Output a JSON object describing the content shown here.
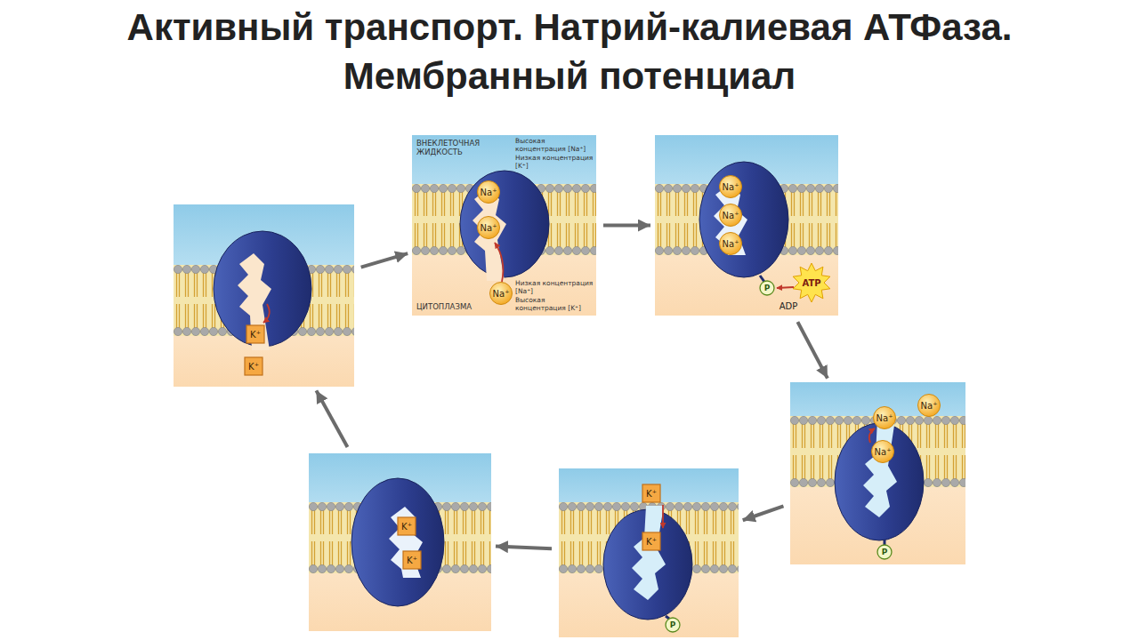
{
  "diagram": {
    "title": "Активный транспорт. Натрий-калиевая АТФаза. Мембранный потенциал",
    "nodes": [
      {
        "text": [
          "ВНЕКЛЕТОЧНАЯ ЖИДКОСТЬ",
          "Высокая концентрация [Na⁺]",
          "Низкая концентрация [K⁺]",
          "Na⁺",
          "Na⁺",
          "Na⁺",
          "Низкая концентрация [Na⁺]",
          "Высокая концентрация [K⁺]",
          "ЦИТОПЛАЗМА"
        ]
      },
      {
        "text": [
          "Na⁺",
          "Na⁺",
          "Na⁺",
          "P",
          "ATP",
          "ADP"
        ]
      },
      {
        "text": [
          "Na⁺",
          "Na⁺",
          "Na⁺",
          "P"
        ]
      },
      {
        "text": [
          "K⁺",
          "K⁺",
          "P"
        ]
      },
      {
        "text": [
          "K⁺",
          "K⁺"
        ]
      },
      {
        "text": [
          "K⁺",
          "K⁺"
        ]
      }
    ],
    "edges": [
      {
        "from": 0,
        "to": 1,
        "arrow": "to"
      },
      {
        "from": 1,
        "to": 2,
        "arrow": "to"
      },
      {
        "from": 2,
        "to": 3,
        "arrow": "to"
      },
      {
        "from": 3,
        "to": 4,
        "arrow": "to"
      },
      {
        "from": 4,
        "to": 5,
        "arrow": "to"
      },
      {
        "from": 5,
        "to": 0,
        "arrow": "to"
      }
    ]
  }
}
